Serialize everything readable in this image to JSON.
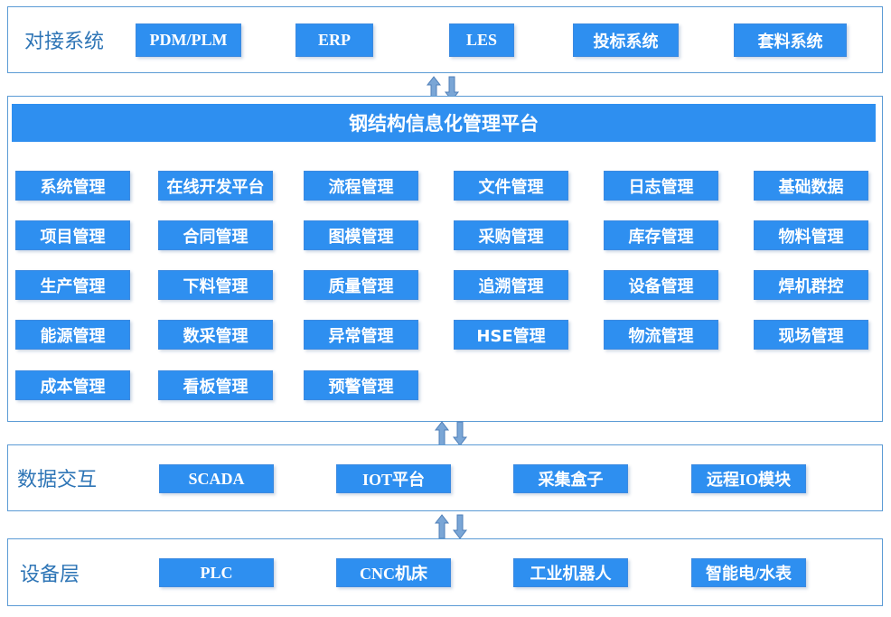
{
  "layers": {
    "integration": {
      "label": "对接系统",
      "systems": [
        "PDM/PLM",
        "ERP",
        "LES",
        "投标系统",
        "套料系统"
      ]
    },
    "platform": {
      "title": "钢结构信息化管理平台",
      "modules": [
        [
          "系统管理",
          "在线开发平台",
          "流程管理",
          "文件管理",
          "日志管理",
          "基础数据"
        ],
        [
          "项目管理",
          "合同管理",
          "图模管理",
          "采购管理",
          "库存管理",
          "物料管理"
        ],
        [
          "生产管理",
          "下料管理",
          "质量管理",
          "追溯管理",
          "设备管理",
          "焊机群控"
        ],
        [
          "能源管理",
          "数采管理",
          "异常管理",
          "HSE管理",
          "物流管理",
          "现场管理"
        ],
        [
          "成本管理",
          "看板管理",
          "预警管理"
        ]
      ]
    },
    "data_exchange": {
      "label": "数据交互",
      "items": [
        "SCADA",
        "IOT平台",
        "采集盒子",
        "远程IO模块"
      ]
    },
    "device": {
      "label": "设备层",
      "items": [
        "PLC",
        "CNC机床",
        "工业机器人",
        "智能电/水表"
      ]
    }
  },
  "colors": {
    "box_fill": "#2e8ff0",
    "panel_border": "#5b9bd5",
    "label_text": "#2e75b6",
    "arrow_fill": "#7aa6d6",
    "arrow_stroke": "#4f7fb8"
  }
}
